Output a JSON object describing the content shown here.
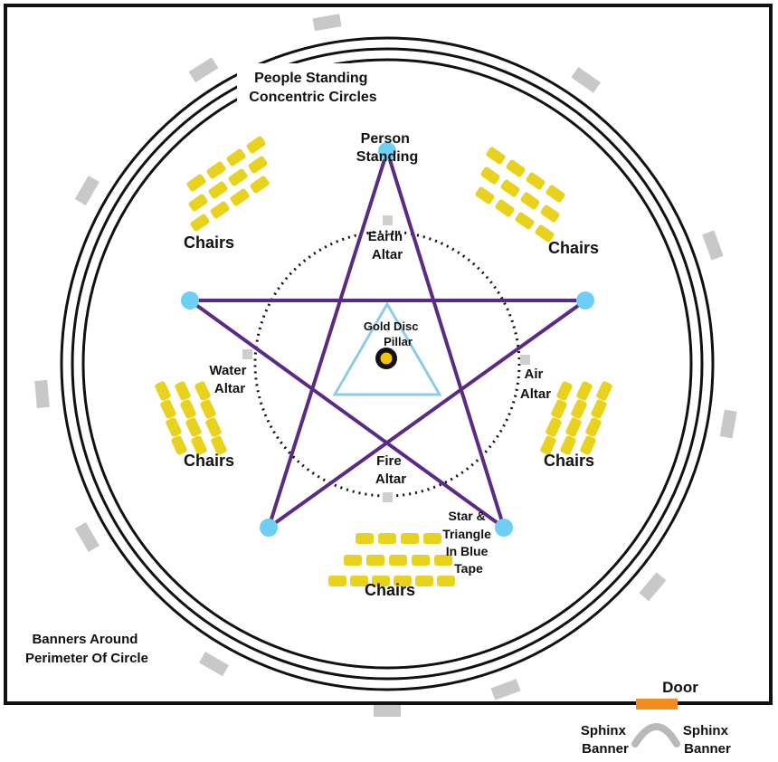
{
  "labels": {
    "people_standing": [
      "People Standing",
      "Concentric Circles"
    ],
    "person_standing": [
      "Person",
      "Standing"
    ],
    "earth_altar": [
      "Earth",
      "Altar"
    ],
    "gold_disc_pillar": [
      "Gold Disc",
      "Pillar"
    ],
    "water_altar": [
      "Water",
      "Altar"
    ],
    "air_altar": [
      "Air",
      "Altar"
    ],
    "fire_altar": [
      "Fire",
      "Altar"
    ],
    "star_triangle": [
      "Star &",
      "Triangle",
      "In Blue",
      "Tape"
    ],
    "chairs": "Chairs",
    "banners": [
      "Banners Around",
      "Perimeter Of Circle"
    ],
    "door": "Door",
    "sphinx_banner": [
      "Sphinx",
      "Banner"
    ]
  },
  "colors": {
    "pentagram": "#5b2a86",
    "triangle": "#8ecbea",
    "star_points": "#6ecff6",
    "chairs": "#e8d21e",
    "banners": "#c8c8c8",
    "door": "#f28c1e",
    "gold_disc": "#f5c400",
    "frame": "#111111",
    "dotted_circle": "#111111"
  }
}
